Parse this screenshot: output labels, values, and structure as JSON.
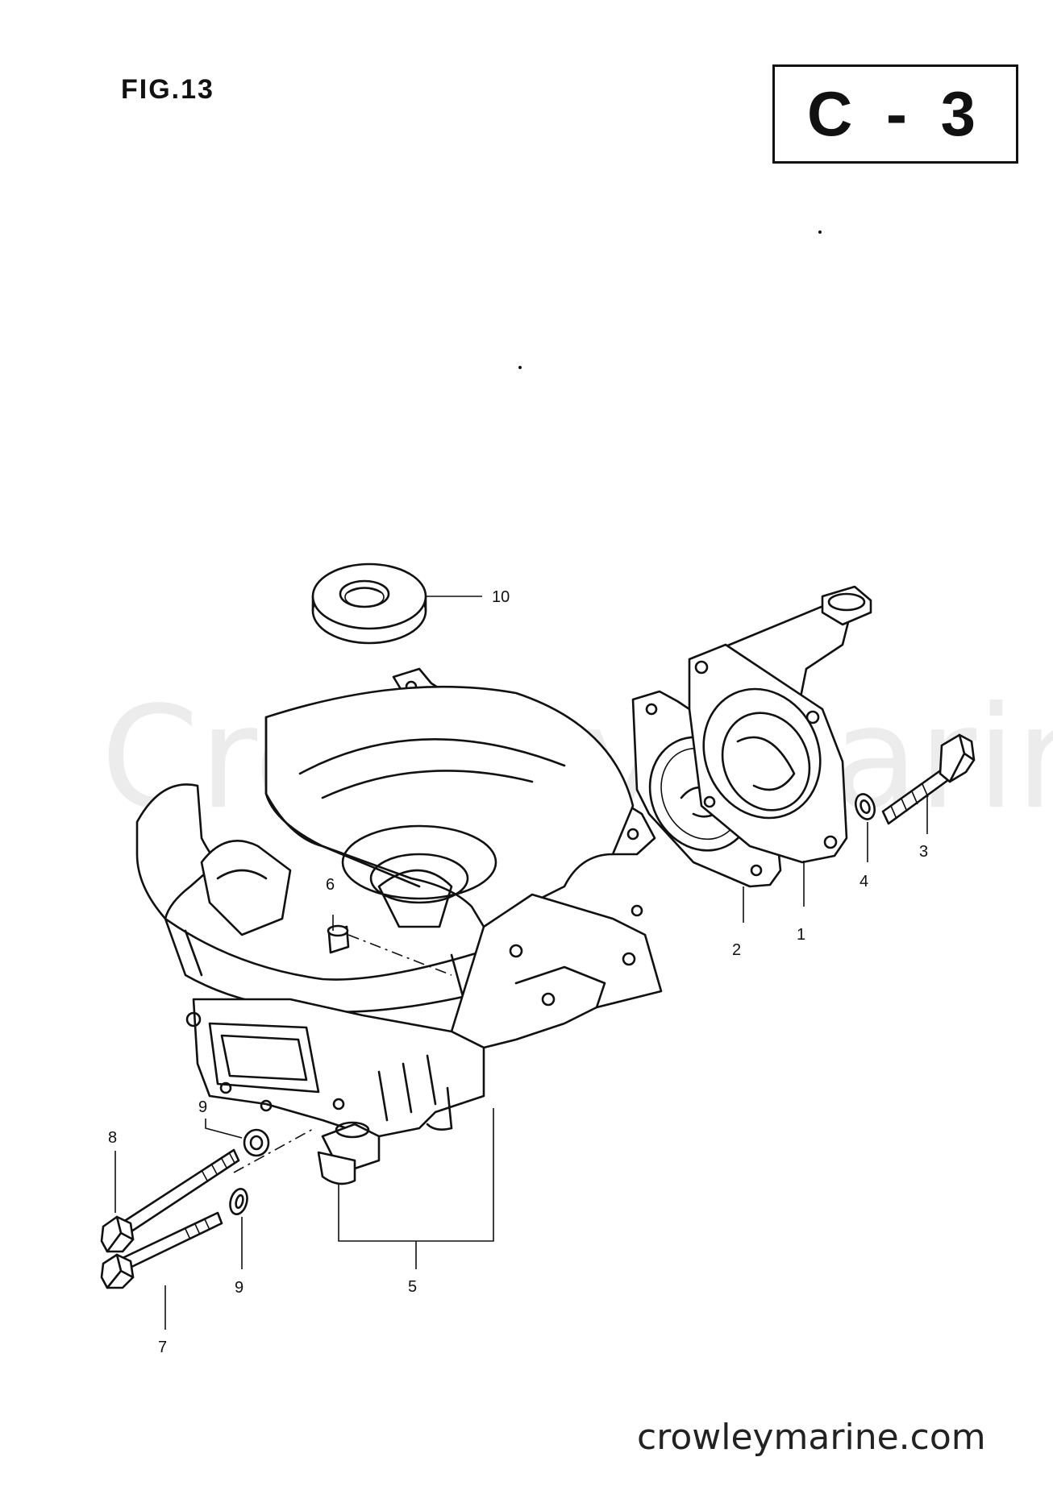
{
  "header": {
    "figure_label": "FIG.13",
    "section_code": "C - 3"
  },
  "watermark": "Crowley Marine",
  "footer": {
    "url": "crowleymarine.com"
  },
  "callouts": {
    "c1": "1",
    "c2": "2",
    "c3": "3",
    "c4": "4",
    "c5": "5",
    "c6": "6",
    "c7": "7",
    "c8": "8",
    "c9a": "9",
    "c9b": "9",
    "c10": "10"
  }
}
